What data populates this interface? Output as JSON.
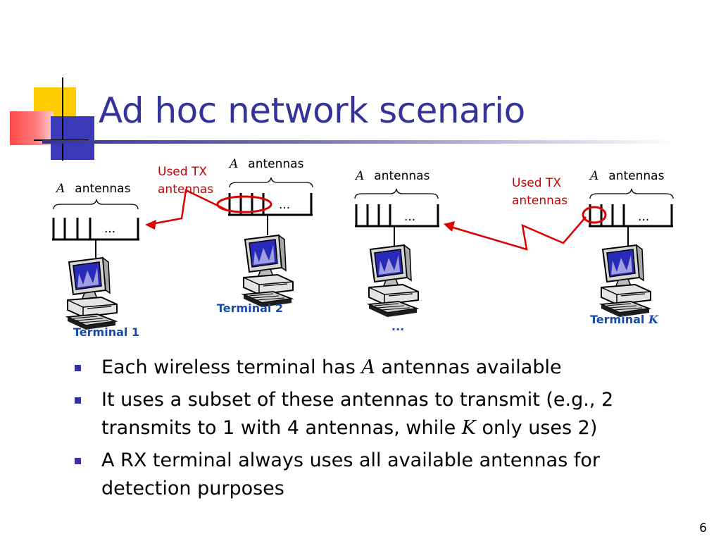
{
  "slide": {
    "title": "Ad hoc network scenario",
    "page_number": "6"
  },
  "diagram": {
    "antenna_symbol": "A",
    "antenna_word": "antennas",
    "dots": "...",
    "used_tx_line1": "Used TX",
    "used_tx_line2": "antennas",
    "terminals": {
      "t1": "Terminal 1",
      "t2": "Terminal 2",
      "middle": "...",
      "tk_prefix": "Terminal",
      "tk_symbol": "K"
    },
    "icons": [
      "computer-icon",
      "antenna-array-icon",
      "lightning-link-icon"
    ]
  },
  "bullets": [
    {
      "before": "Each wireless terminal has ",
      "symbol": "A",
      "after": " antennas available"
    },
    {
      "before": "It uses a subset of these antennas to transmit (e.g., 2 transmits to 1 with 4 antennas, while ",
      "symbol": "K",
      "after": " only uses 2)"
    },
    {
      "before": "A RX terminal always uses all available antennas for detection purposes",
      "symbol": "",
      "after": ""
    }
  ],
  "colors": {
    "title": "#333399",
    "bullet": "#333399",
    "highlight": "#dd0000",
    "terminal_label": "#1a4aa8",
    "monitor_screen": "#2a2ab8"
  }
}
